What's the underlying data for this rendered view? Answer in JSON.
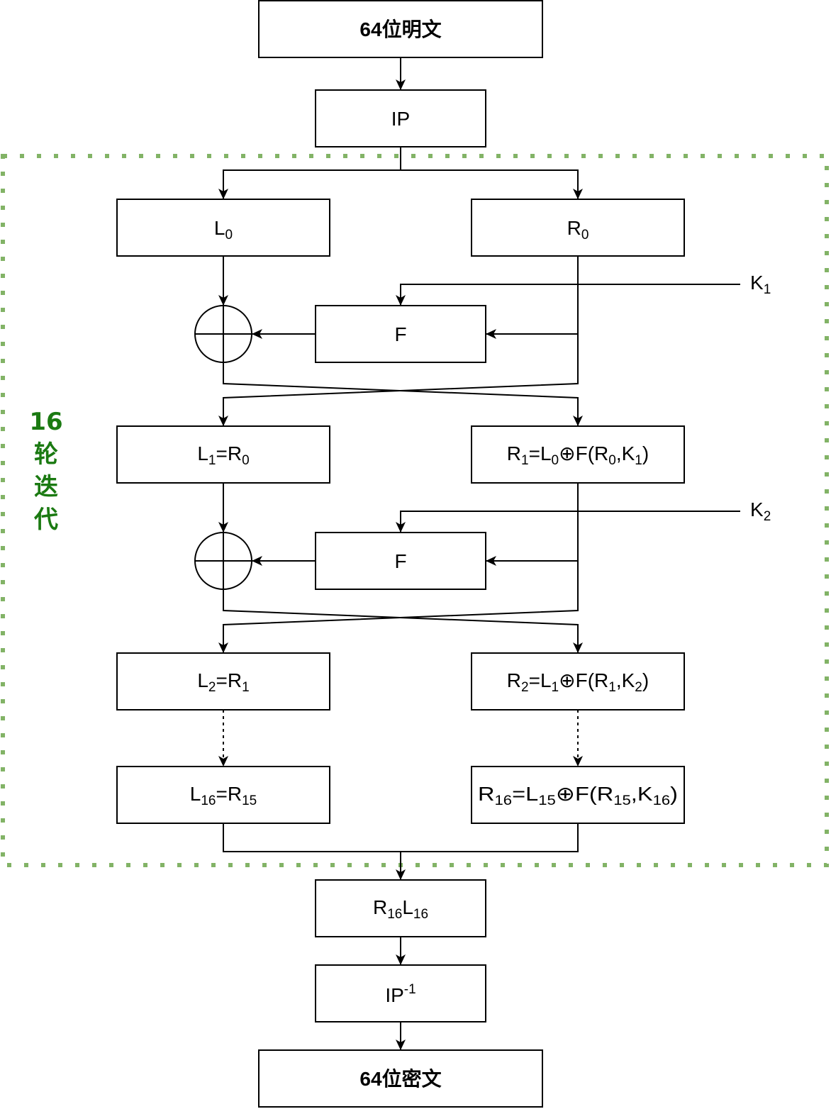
{
  "colors": {
    "frame": "#82b366",
    "round_label": "#1b7a12",
    "stroke": "#000000"
  },
  "boxes": {
    "plaintext": "64位明文",
    "ip": "IP",
    "l0": {
      "base": "L",
      "sub": "0"
    },
    "r0": {
      "base": "R",
      "sub": "0"
    },
    "f1": "F",
    "l1": {
      "a": "L",
      "a_sub": "1",
      "eq": "=R",
      "b_sub": "0"
    },
    "r1": {
      "a": "R",
      "a_sub": "1",
      "b": "=L",
      "b_sub": "0",
      "c": "⊕F(R",
      "c_sub": "0",
      "d": ",K",
      "d_sub": "1",
      "end": ")"
    },
    "f2": "F",
    "l2": {
      "a": "L",
      "a_sub": "2",
      "eq": "=R",
      "b_sub": "1"
    },
    "r2": {
      "a": "R",
      "a_sub": "2",
      "b": "=L",
      "b_sub": "1",
      "c": "⊕F(R",
      "c_sub": "1",
      "d": ",K",
      "d_sub": "2",
      "end": ")"
    },
    "l16": {
      "a": "L",
      "a_sub": "16",
      "eq": "=R",
      "b_sub": "15"
    },
    "r16": {
      "a": "R",
      "a_sub": "16",
      "b": "=L",
      "b_sub": "15",
      "c": "⊕F(R",
      "c_sub": "15",
      "d": ",K",
      "d_sub": "16",
      "end": ")"
    },
    "swap": {
      "a": "R",
      "a_sub": "16",
      "b": "L",
      "b_sub": "16"
    },
    "ip_inv": {
      "base": "IP",
      "sup": "-1"
    },
    "ciphertext": "64位密文"
  },
  "keys": {
    "k1": {
      "base": "K",
      "sub": "1"
    },
    "k2": {
      "base": "K",
      "sub": "2"
    }
  },
  "round_label": [
    "16",
    "轮",
    "迭",
    "代"
  ]
}
